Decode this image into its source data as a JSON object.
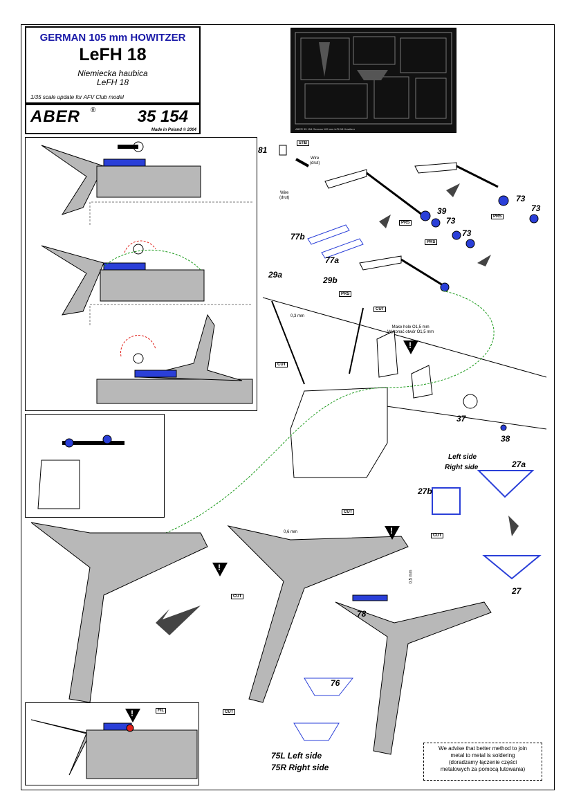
{
  "header": {
    "subtitle": "GERMAN 105 mm HOWITZER",
    "title": "LeFH 18",
    "polish_line1": "Niemiecka  haubica",
    "polish_line2": "LeFH 18",
    "scale_note": "1/35 scale update for AFV Club model"
  },
  "brand": {
    "name": "ABER",
    "reg": "®",
    "code": "35 154",
    "made": "Made in Poland © 2004"
  },
  "fret_caption": "ABER  35 154    German 105 mm leFH18 Howitzer",
  "parts": {
    "p81": "81",
    "p39": "39",
    "p73a": "73",
    "p73b": "73",
    "p73c": "73",
    "p73d": "73",
    "p77b": "77b",
    "p77a": "77a",
    "p29a": "29a",
    "p29b": "29b",
    "p37": "37",
    "p38": "38",
    "p27a": "27a",
    "p27b": "27b",
    "p27": "27",
    "p78": "78",
    "p76": "76"
  },
  "tags": {
    "stb": "STB",
    "prs1": "PRS",
    "prs2": "PRS",
    "prs3": "PRS",
    "prs4": "PRS",
    "cut1": "CUT",
    "cut2": "CUT",
    "cut3": "CUT",
    "cut4": "CUT",
    "cut5": "CUT",
    "cut6": "CUT",
    "fil": "FIL"
  },
  "texts": {
    "wire1_l1": "Wire",
    "wire1_l2": "(drut)",
    "wire2_l1": "Wire",
    "wire2_l2": "(drut)",
    "dim_03": "0,3 mm",
    "hole_l1": "Make hole O1,5 mm",
    "hole_l2": "Wykonać otwór O1,5 mm",
    "dim_06": "0,6 mm",
    "dim_05": "0,5 mm",
    "left_side": "Left side",
    "right_side": "Right side",
    "p75l": "75L Left side",
    "p75r": "75R Right side"
  },
  "warning_glyph": "!",
  "note": {
    "l1": "We advise that better method to join",
    "l2": "metal to metal is soldering",
    "l3": "(doradzamy łączenie części",
    "l4": "metalowych za pomocą lutowania)"
  },
  "colors": {
    "title_blue": "#1a1aa8",
    "part_blue": "#2a3fd8",
    "part_grey": "#b8b8b8",
    "arrow_red": "#e0201a",
    "guide_green": "#1a9a1a"
  }
}
